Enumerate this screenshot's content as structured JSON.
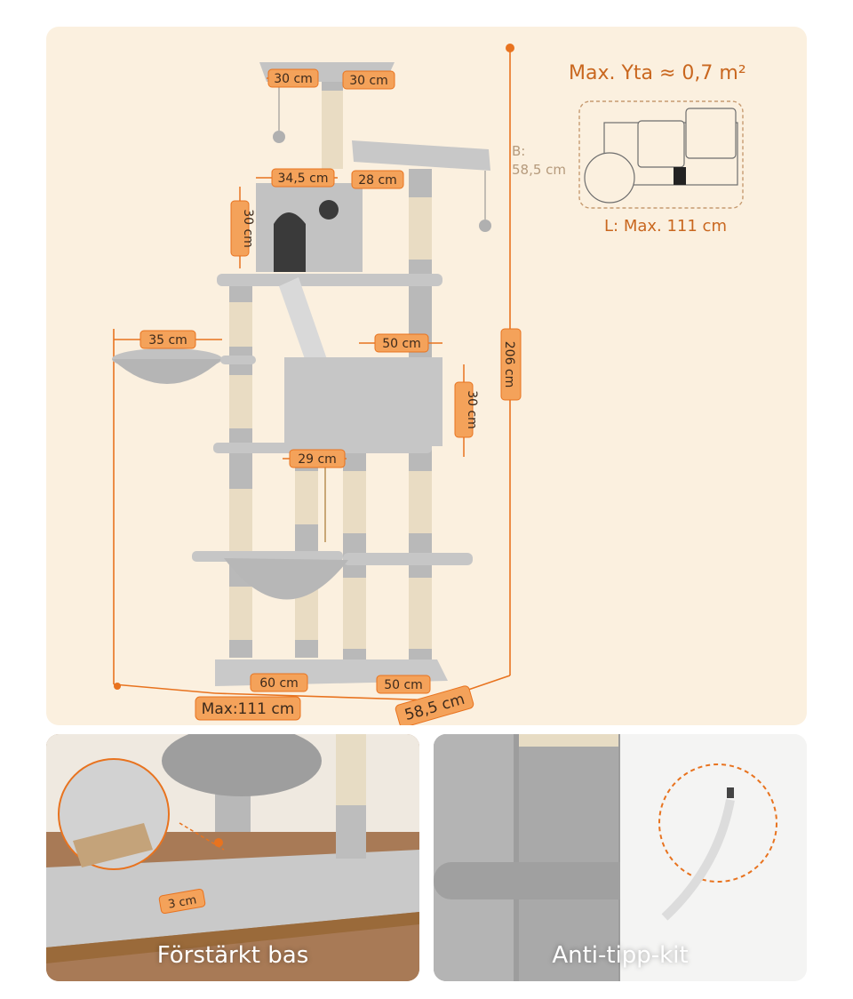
{
  "dimensions": {
    "top_perch_w": "30 cm",
    "top_perch_d": "30 cm",
    "condo_w": "34,5 cm",
    "condo_d": "28 cm",
    "condo_h": "30 cm",
    "basket_w": "35 cm",
    "box_w": "50 cm",
    "box_h": "30 cm",
    "platform_gap": "29 cm",
    "height_total": "206 cm",
    "base_w": "60 cm",
    "base_d": "50 cm",
    "max_width": "Max:111 cm",
    "max_depth": "58,5 cm"
  },
  "area": {
    "title": "Max. Yta ≈ 0,7 m²",
    "b_label": "B:",
    "b_value": "58,5 cm",
    "l_label": "L: Max. 111 cm"
  },
  "photos": {
    "base_caption": "Förstärkt bas",
    "base_thickness": "3 cm",
    "kit_caption": "Anti-tipp-kit"
  },
  "colors": {
    "accent": "#e8731f",
    "background": "#fbf0df",
    "plush": "#bdbdbd",
    "sisal": "#e9dcc3"
  }
}
